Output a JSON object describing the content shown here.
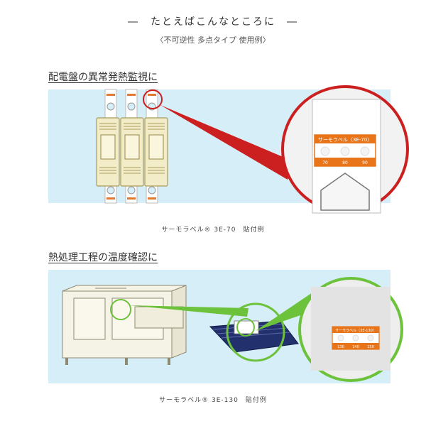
{
  "header": {
    "title": "―　たとえばこんなところに　―",
    "subtitle": "〈不可逆性 多点タイプ 使用例〉"
  },
  "section1": {
    "heading": "配電盤の異常発熱監視に",
    "caption": "サーモラベル® 3E-70　貼付例",
    "label_title": "サーモラベル〈3E-70〉",
    "temps": [
      "70",
      "80",
      "90"
    ],
    "colors": {
      "panel_bg": "#d6eef8",
      "breaker": "#f3ecc8",
      "zoom_ring": "#cc1f1f",
      "label_orange": "#e8751a"
    }
  },
  "section2": {
    "heading": "熱処理工程の温度確認に",
    "caption": "サーモラベル® 3E-130　貼付例",
    "label_title": "サーモラベル〈3E-130〉",
    "temps": [
      "130",
      "140",
      "150"
    ],
    "colors": {
      "panel_bg": "#d6eef8",
      "machine": "#f5f3e6",
      "conveyor": "#23306e",
      "zoom_ring": "#6cc23a",
      "label_orange": "#e8751a"
    }
  }
}
